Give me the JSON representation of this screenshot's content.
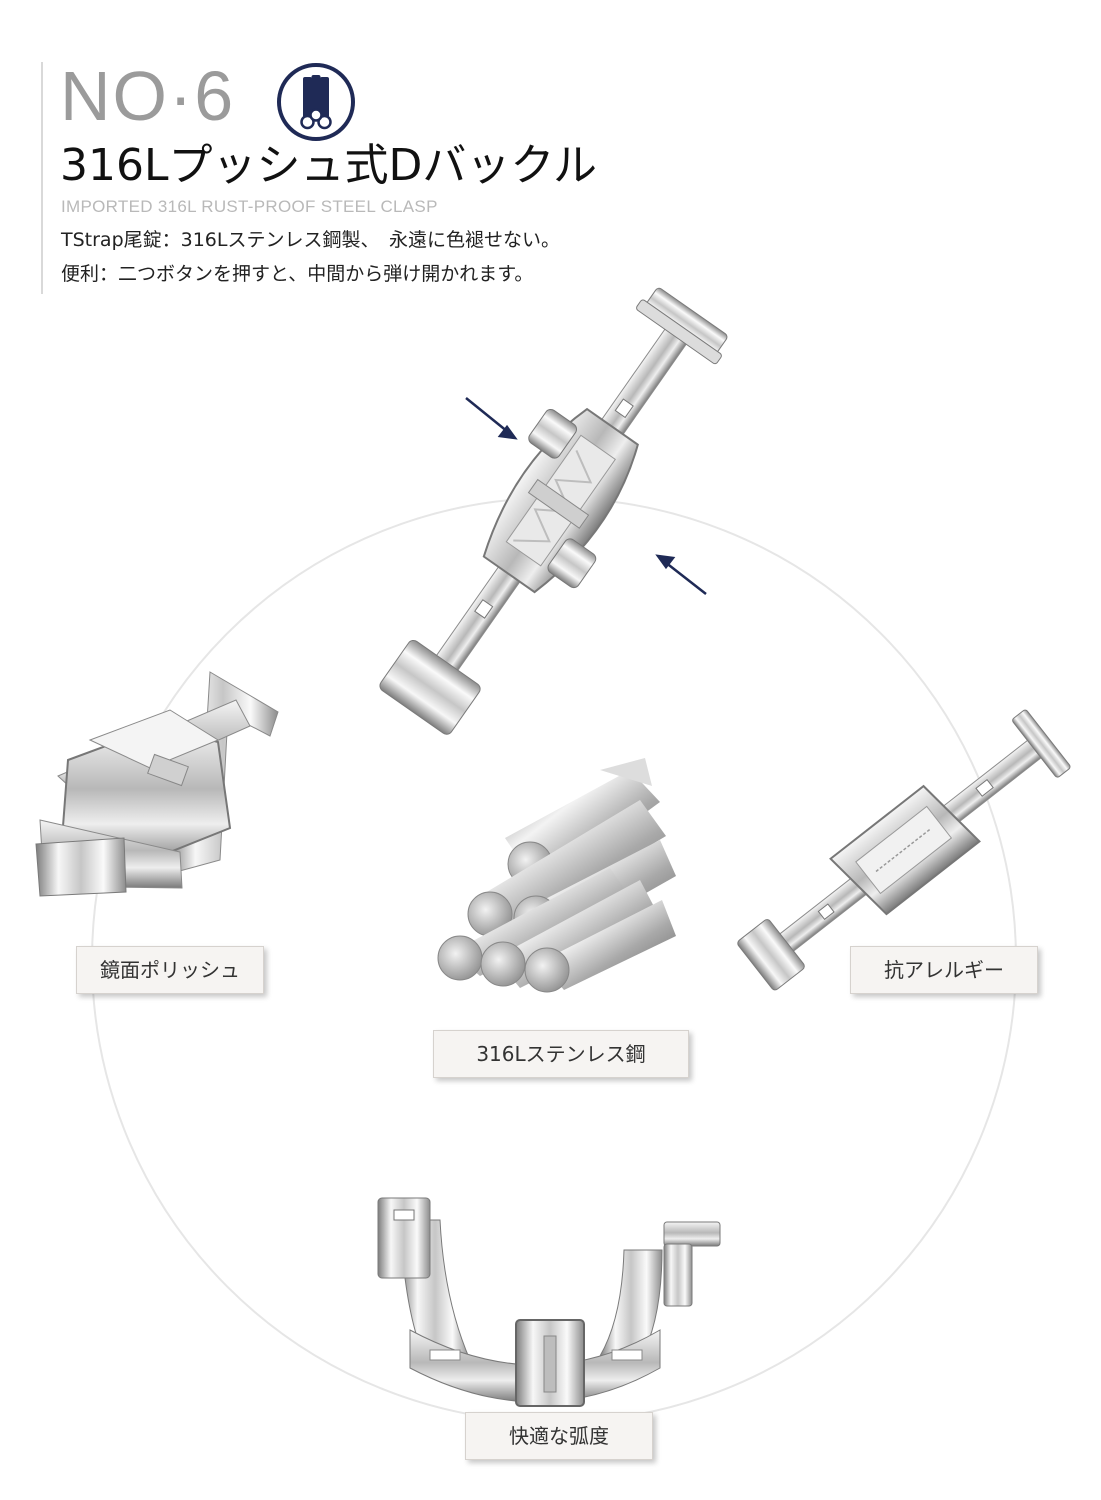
{
  "header": {
    "number": "NO·6",
    "icon": "steel-rods-icon",
    "title": "316Lプッシュ式Dバックル",
    "subtitle": "IMPORTED 316L RUST-PROOF STEEL CLASP",
    "description_line1": "TStrap尾錠：316Lステンレス鋼製、　永遠に色褪せない。",
    "description_line2": "便利：二つボタンを押すと、中間から弾け開かれます。"
  },
  "labels": {
    "mirror_polish": "鏡面ポリッシュ",
    "steel": "316Lステンレス鋼",
    "hypoallergenic": "抗アレルギー",
    "comfort_curve": "快適な弧度"
  },
  "colors": {
    "accent_navy": "#1f2a56",
    "steel_light": "#f4f4f4",
    "steel_dark": "#8a8a8a"
  }
}
